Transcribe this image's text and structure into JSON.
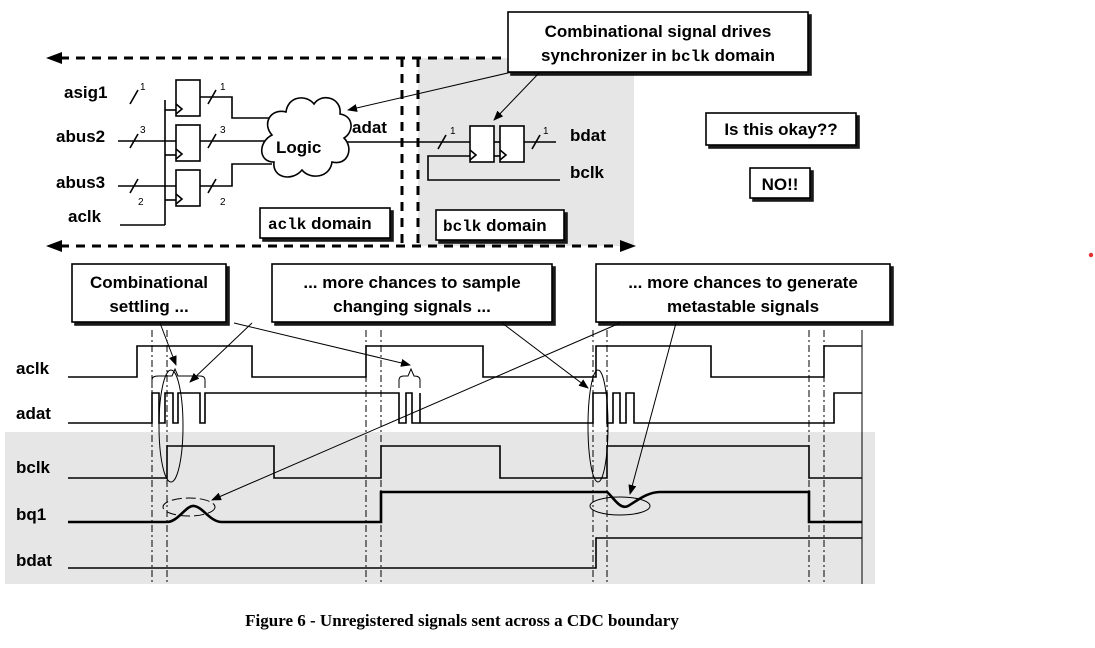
{
  "schematic": {
    "signals": {
      "asig1": "asig1",
      "abus2": "abus2",
      "abus3": "abus3",
      "aclk": "aclk",
      "adat": "adat",
      "bdat": "bdat",
      "bclk": "bclk"
    },
    "bus_widths": {
      "asig1_in": "1",
      "asig1_out": "1",
      "abus2_in": "3",
      "abus2_out": "3",
      "abus3_in": "2",
      "abus3_out": "2",
      "adat": "1",
      "bdat": "1"
    },
    "logic_label": "Logic",
    "aclk_domain": {
      "code": "aclk",
      "text": " domain"
    },
    "bclk_domain": {
      "code": "bclk",
      "text": " domain"
    }
  },
  "callouts": {
    "drives_line1": "Combinational signal drives",
    "drives_line2_pre": "synchronizer in ",
    "drives_line2_code": "bclk",
    "drives_line2_post": " domain",
    "question": "Is this okay??",
    "answer": "NO!!",
    "settling_line1": "Combinational",
    "settling_line2": "settling ...",
    "sample_line1": "... more chances to sample",
    "sample_line2": "changing signals ...",
    "generate_line1": "... more chances to generate",
    "generate_line2": "metastable signals"
  },
  "waveforms": {
    "labels": [
      "aclk",
      "adat",
      "bclk",
      "bq1",
      "bdat"
    ]
  },
  "caption": "Figure 6 - Unregistered signals sent across a CDC boundary",
  "colors": {
    "domain_shade": "#e6e6e6",
    "marker_dot": "#e03030"
  }
}
